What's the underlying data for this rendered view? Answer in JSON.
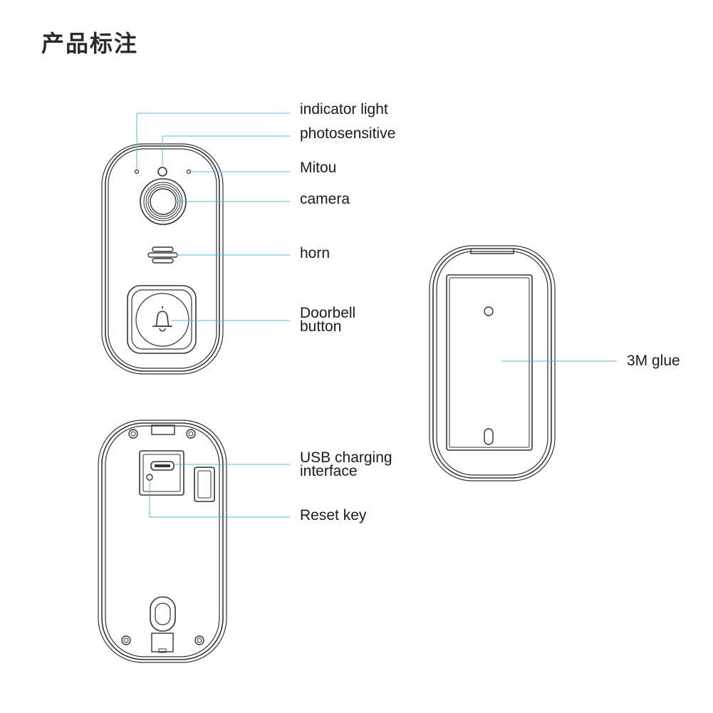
{
  "title": "产品标注",
  "callouts": {
    "indicator_light": "indicator light",
    "photosensitive": "photosensitive",
    "mitou": "Mitou",
    "camera": "camera",
    "horn": "horn",
    "doorbell_button_line1": "Doorbell",
    "doorbell_button_line2": "button",
    "glue": "3M glue",
    "usb_line1": "USB charging",
    "usb_line2": "interface",
    "reset_key": "Reset key"
  },
  "colors": {
    "leader_line": "#5bb8d4",
    "outline": "#333333"
  },
  "icons": [
    "bell-icon"
  ]
}
